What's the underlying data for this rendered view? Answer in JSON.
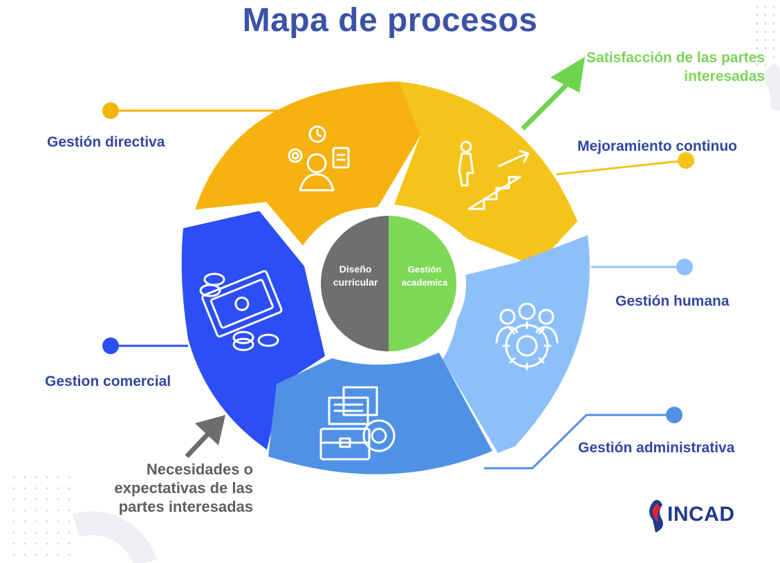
{
  "title": "Mapa de procesos",
  "labels": {
    "gestion_directiva": "Gestión directiva",
    "mejoramiento_continuo": "Mejoramiento continuo",
    "gestion_humana": "Gestión humana",
    "gestion_comercial": "Gestion comercial",
    "gestion_administrativa": "Gestión administrativa"
  },
  "output": "Satisfacción de las partes interesadas",
  "input": "Necesidades o expectativas de las partes interesadas",
  "core": {
    "left": "Diseño curricular",
    "right": "Gestión academica"
  },
  "brand": "INCAD",
  "colors": {
    "title": "#3b52a6",
    "directiva": "#f6b20e",
    "mejoramiento": "#f5c41a",
    "humana": "#8dc0f9",
    "administrativa": "#5091e6",
    "comercial": "#2c4ef5",
    "core_left": "#6f6f6f",
    "core_right": "#7ed858",
    "output_arrow": "#6fd44e",
    "input_arrow": "#6d6d6d"
  },
  "icons": {
    "directiva": "team-management-icon",
    "mejoramiento": "stairs-growth-icon",
    "humana": "people-gear-icon",
    "administrativa": "briefcase-documents-icon",
    "comercial": "money-coins-icon"
  }
}
